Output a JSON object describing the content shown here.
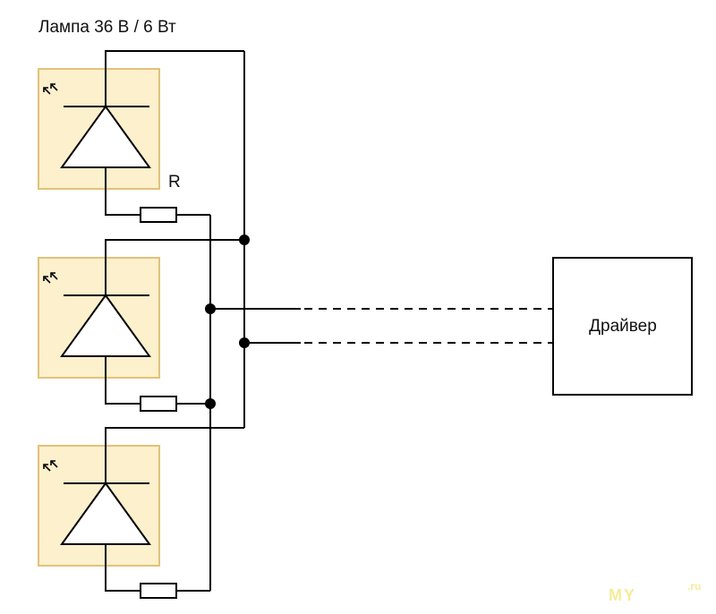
{
  "title": "Лампа 36 В / 6 Вт",
  "resistor_label": "R",
  "driver": {
    "label": "Драйвер"
  },
  "lamps": [
    {
      "name": "led-lamp-1",
      "icon": "led-emission-arrows"
    },
    {
      "name": "led-lamp-2",
      "icon": "led-emission-arrows"
    },
    {
      "name": "led-lamp-3",
      "icon": "led-emission-arrows"
    }
  ],
  "resistors": [
    {
      "name": "resistor-1"
    },
    {
      "name": "resistor-2"
    },
    {
      "name": "resistor-3"
    }
  ],
  "connections": [
    {
      "name": "driver-line-1",
      "style": "dashed"
    },
    {
      "name": "driver-line-2",
      "style": "dashed"
    }
  ],
  "colors": {
    "lamp_fill": "#fdf0cc",
    "lamp_border": "#e2c27a",
    "wire": "#000000"
  },
  "watermark": {
    "text": "MY",
    "suffix": ".ru"
  }
}
